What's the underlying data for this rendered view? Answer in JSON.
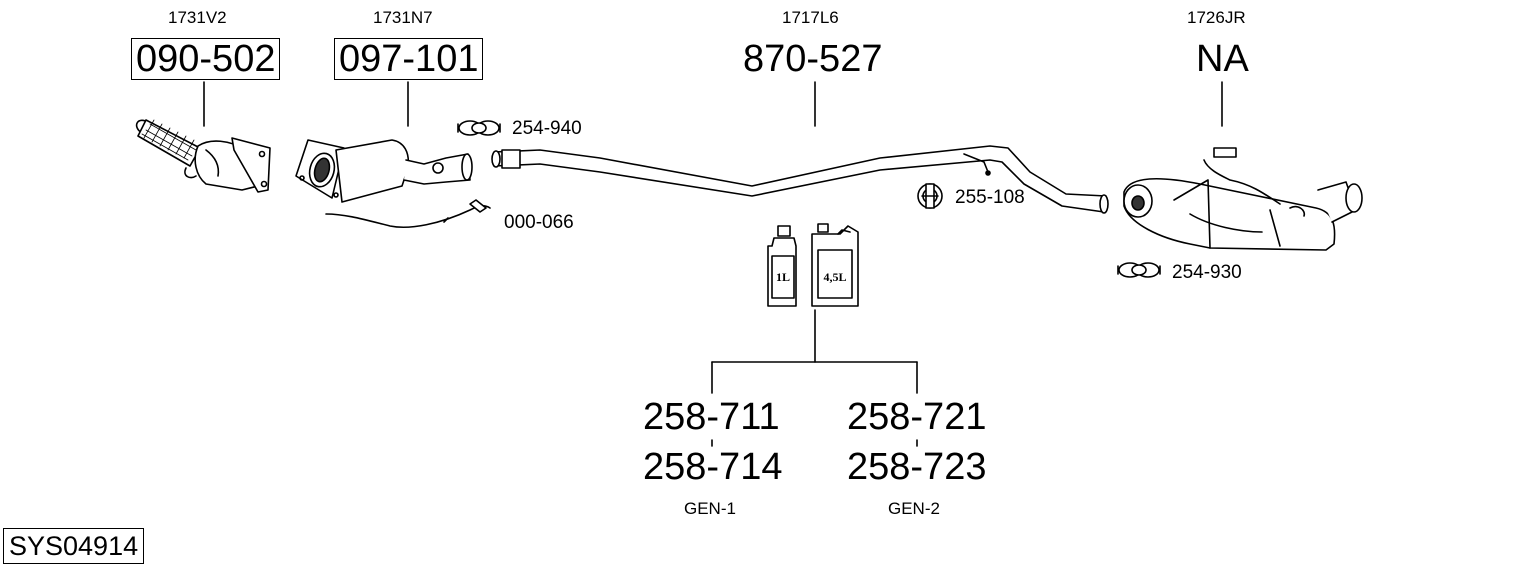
{
  "parts": [
    {
      "oem": "1731V2",
      "number": "090-502",
      "boxed": true
    },
    {
      "oem": "1731N7",
      "number": "097-101",
      "boxed": true
    },
    {
      "oem": "1717L6",
      "number": "870-527",
      "boxed": false
    },
    {
      "oem": "1726JR",
      "number": "NA",
      "boxed": false
    }
  ],
  "accessories": {
    "clamp_front": "254-940",
    "sensor": "000-066",
    "hanger": "255-108",
    "clamp_rear": "254-930"
  },
  "containers": {
    "small": "1L",
    "large": "4,5L"
  },
  "kits": [
    {
      "code_top": "258-711",
      "code_bottom": "258-714",
      "label": "GEN-1"
    },
    {
      "code_top": "258-721",
      "code_bottom": "258-723",
      "label": "GEN-2"
    }
  ],
  "system_id": "SYS04914"
}
